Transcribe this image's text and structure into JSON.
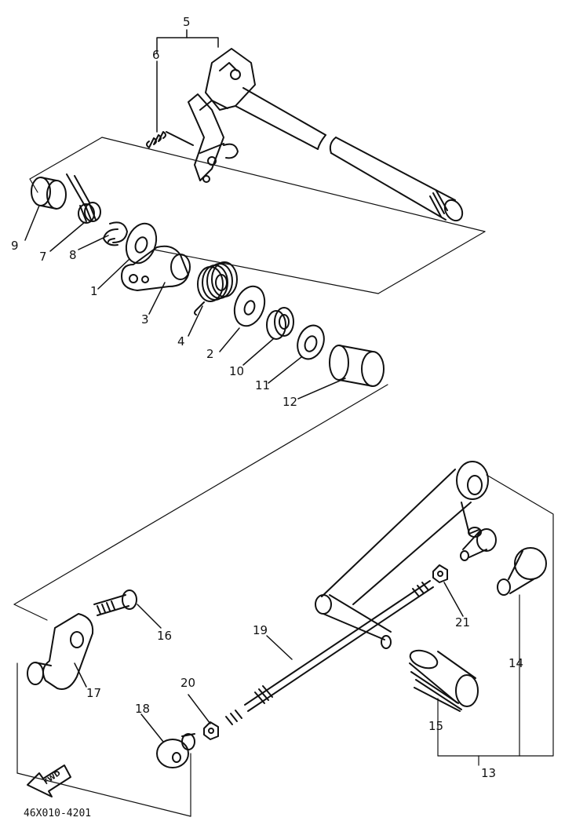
{
  "diagram": {
    "part_numbers": [
      "1",
      "2",
      "3",
      "4",
      "5",
      "6",
      "7",
      "8",
      "9",
      "10",
      "11",
      "12",
      "13",
      "14",
      "15",
      "16",
      "17",
      "18",
      "19",
      "20",
      "21"
    ],
    "fwd_label": "FWD",
    "drawing_code": "46X010-4201"
  }
}
